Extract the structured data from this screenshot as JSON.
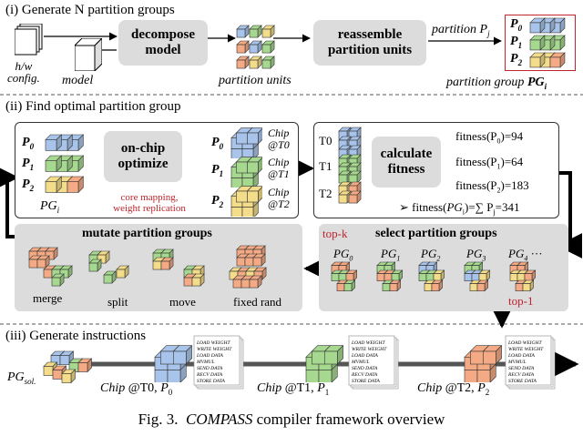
{
  "sections": {
    "s1": "(i) Generate N partition groups",
    "s2": "(ii) Find optimal partition group",
    "s3": "(iii) Generate instructions"
  },
  "s1": {
    "hw_config": "h/w\nconfig.",
    "model": "model",
    "decompose": "decompose\nmodel",
    "partition_units": "partition units",
    "reassemble": "reassemble\npartition units",
    "partition_pj": "partition P",
    "partition_pj_sub": "j",
    "partition_group": "partition group ",
    "pg": "PG",
    "pg_sub": "i",
    "p0": "P",
    "p0s": "0",
    "p1": "P",
    "p1s": "1",
    "p2": "P",
    "p2s": "2"
  },
  "s2": {
    "p0": "P",
    "p0s": "0",
    "p1": "P",
    "p1s": "1",
    "p2": "P",
    "p2s": "2",
    "pgi": "PG",
    "pgi_sub": "i",
    "onchip": "on-chip\noptimize",
    "core_mapping": "core mapping,\nweight replication",
    "chip": "Chip",
    "t0": "@T0",
    "t1": "@T1",
    "t2": "@T2",
    "T0": "T0",
    "T1": "T1",
    "T2": "T2",
    "calc": "calculate\nfitness",
    "fit0": "fitness(P",
    "fit0_s": "0",
    "fit0_v": ")=94",
    "fit1": "fitness(P",
    "fit1_s": "1",
    "fit1_v": ")=64",
    "fit2": "fitness(P",
    "fit2_s": "2",
    "fit2_v": ")=183",
    "fitpg": "fitness(",
    "fitpg_pg": "PG",
    "fitpg_i": "i",
    "fitpg_v": ")=∑ P",
    "fitpg_j": "j",
    "fitpg_n": "=341",
    "mutate": "mutate partition groups",
    "merge": "merge",
    "split": "split",
    "move": "move",
    "fixed": "fixed rand",
    "select": "select partition groups",
    "topk": "top-k",
    "top1": "top-1",
    "pg": "PG",
    "pg0": "0",
    "pg1": "1",
    "pg2": "2",
    "pg3": "3",
    "pg4": "4",
    "dots": "···"
  },
  "s3": {
    "pgsol": "PG",
    "pgsol_sub": "sol.",
    "chip": "Chip",
    "c0": " @T0, ",
    "c1": " @T1, ",
    "c2": " @T2, ",
    "p": "P",
    "p0": "0",
    "p1": "1",
    "p2": "2",
    "instr": [
      "LOAD WEIGHT",
      "WRITE WEIGHT",
      "LOAD DATA",
      "MVMUL",
      "SEND DATA",
      "RECV DATA",
      "STORE DATA"
    ]
  },
  "caption": {
    "fig": "Fig. 3.",
    "name": "COMPASS",
    "rest": " compiler framework overview"
  },
  "colors": {
    "blue": "#a9c4ea",
    "green": "#a6d98f",
    "yellow": "#f3dc8a",
    "orange": "#f4ab85",
    "red": "#c0242c",
    "gray_box": "#dcdcdc"
  }
}
